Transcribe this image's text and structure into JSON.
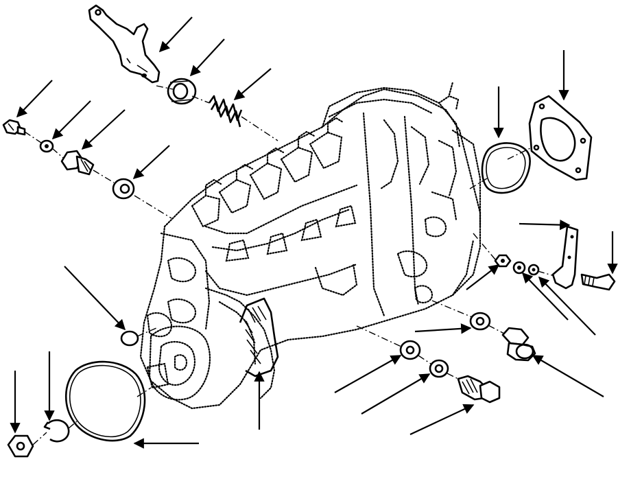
{
  "diagram": {
    "kind": "exploded-parts-view",
    "subject": "fuel-injection-pump",
    "callout_style": "arrow-leaders-without-labels",
    "line_color": "#000000",
    "background": "#ffffff",
    "parts": [
      {
        "id": "lever-bracket",
        "icon": "bent-lever-bracket"
      },
      {
        "id": "collar-ring",
        "icon": "collar-ring"
      },
      {
        "id": "coil-spring",
        "icon": "coil-spring"
      },
      {
        "id": "small-bolt",
        "icon": "small-bolt"
      },
      {
        "id": "small-washer",
        "icon": "small-washer"
      },
      {
        "id": "hex-fitting",
        "icon": "hex-fitting"
      },
      {
        "id": "flat-washer",
        "icon": "flat-washer"
      },
      {
        "id": "cover-gasket",
        "icon": "gasket"
      },
      {
        "id": "cover-plate",
        "icon": "cover-plate"
      },
      {
        "id": "stop-lever",
        "icon": "stop-lever"
      },
      {
        "id": "lever-nut",
        "icon": "nut"
      },
      {
        "id": "lever-washer",
        "icon": "washer"
      },
      {
        "id": "adjust-screw",
        "icon": "adjust-screw"
      },
      {
        "id": "plug-washer",
        "icon": "washer"
      },
      {
        "id": "hex-plug",
        "icon": "hex-plug"
      },
      {
        "id": "banjo-washer-1",
        "icon": "washer"
      },
      {
        "id": "banjo-washer-2",
        "icon": "washer"
      },
      {
        "id": "banjo-bolt",
        "icon": "banjo-bolt"
      },
      {
        "id": "small-o-ring",
        "icon": "o-ring"
      },
      {
        "id": "large-o-ring",
        "icon": "o-ring"
      },
      {
        "id": "shaft-nut",
        "icon": "hex-nut"
      },
      {
        "id": "lock-washer",
        "icon": "lock-washer"
      },
      {
        "id": "housing-part",
        "icon": "internal-spring"
      }
    ]
  }
}
